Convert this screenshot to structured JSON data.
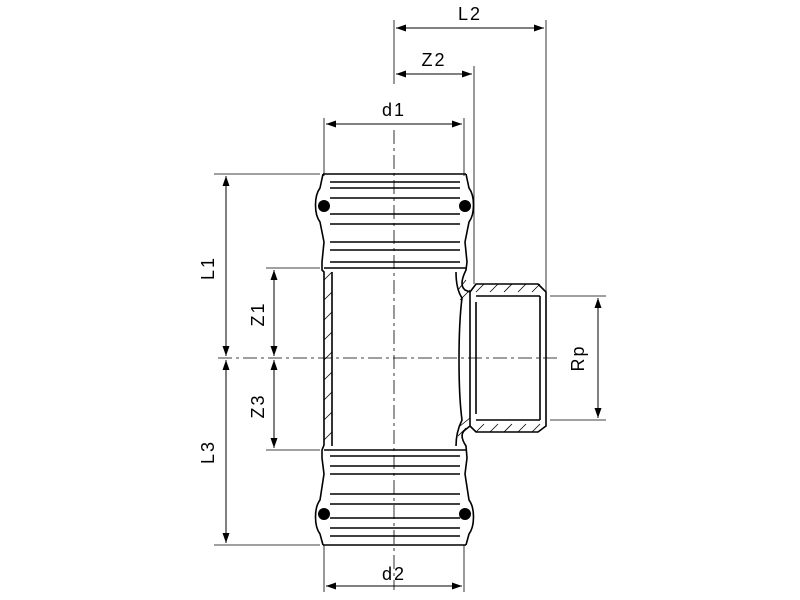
{
  "diagram": {
    "labels": {
      "l1": "L1",
      "l2": "L2",
      "l3": "L3",
      "z1": "Z1",
      "z2": "Z2",
      "z3": "Z3",
      "d1": "d1",
      "d2": "d2",
      "rp": "Rp"
    },
    "colors": {
      "line": "#000000",
      "background": "#ffffff"
    }
  }
}
